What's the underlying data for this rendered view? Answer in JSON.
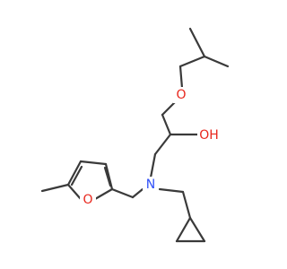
{
  "molecule": {
    "atoms": {
      "ether_oxygen": "O",
      "hydroxyl": "OH",
      "amine_nitrogen": "N",
      "furan_oxygen": "O"
    },
    "colors": {
      "bond": "#3a3a3a",
      "oxygen": "#e8261c",
      "nitrogen": "#3050f8"
    }
  }
}
